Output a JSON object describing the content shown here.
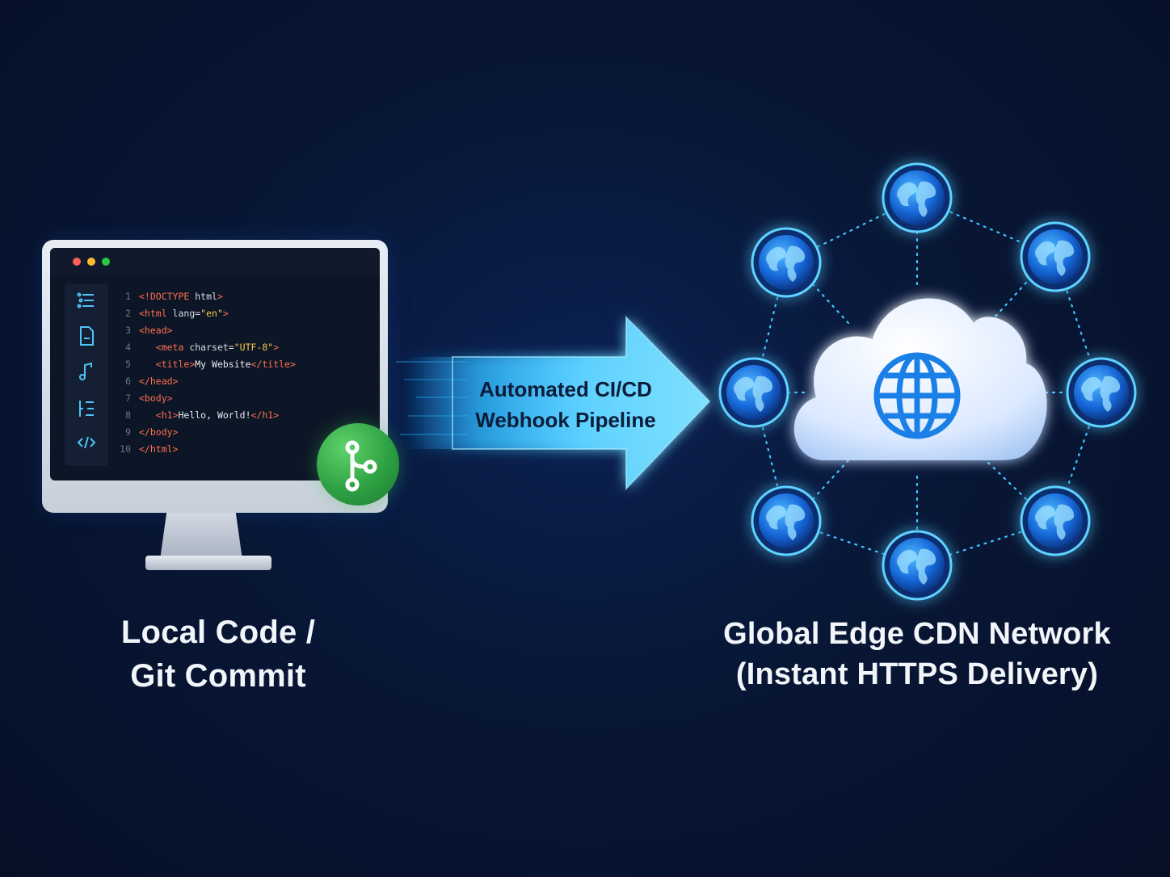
{
  "source": {
    "label_line1": "Local Code /",
    "label_line2": "Git Commit",
    "code_lines": [
      {
        "n": "1",
        "parts": [
          {
            "c": "tag",
            "t": "<!DOCTYPE "
          },
          {
            "c": "attr",
            "t": "html"
          },
          {
            "c": "tag",
            "t": ">"
          }
        ]
      },
      {
        "n": "2",
        "parts": [
          {
            "c": "tag",
            "t": "<html "
          },
          {
            "c": "attr",
            "t": "lang="
          },
          {
            "c": "str",
            "t": "\"en\""
          },
          {
            "c": "tag",
            "t": ">"
          }
        ]
      },
      {
        "n": "3",
        "parts": [
          {
            "c": "tag",
            "t": "<head>"
          }
        ]
      },
      {
        "n": "4",
        "parts": [
          {
            "c": "txt",
            "t": "   "
          },
          {
            "c": "tag",
            "t": "<meta "
          },
          {
            "c": "attr",
            "t": "charset="
          },
          {
            "c": "str",
            "t": "\"UTF-8\""
          },
          {
            "c": "tag",
            "t": ">"
          }
        ]
      },
      {
        "n": "5",
        "parts": [
          {
            "c": "txt",
            "t": "   "
          },
          {
            "c": "tag",
            "t": "<title>"
          },
          {
            "c": "txt",
            "t": "My Website"
          },
          {
            "c": "tag",
            "t": "</title>"
          }
        ]
      },
      {
        "n": "6",
        "parts": [
          {
            "c": "tag",
            "t": "</head>"
          }
        ]
      },
      {
        "n": "7",
        "parts": [
          {
            "c": "tag",
            "t": "<body>"
          }
        ]
      },
      {
        "n": "8",
        "parts": [
          {
            "c": "txt",
            "t": "   "
          },
          {
            "c": "tag",
            "t": "<h1>"
          },
          {
            "c": "txt",
            "t": "Hello, World!"
          },
          {
            "c": "tag",
            "t": "</h1>"
          }
        ]
      },
      {
        "n": "9",
        "parts": [
          {
            "c": "tag",
            "t": "</body>"
          }
        ]
      },
      {
        "n": "10",
        "parts": [
          {
            "c": "tag",
            "t": "</html>"
          }
        ]
      }
    ],
    "sidebar_icons": [
      "list-icon",
      "file-icon",
      "music-note-icon",
      "branch-list-icon",
      "code-icon"
    ],
    "badge_icon": "git-branch-icon"
  },
  "pipeline": {
    "line1": "Automated CI/CD",
    "line2": "Webhook Pipeline"
  },
  "destination": {
    "label_line1": "Global Edge CDN Network",
    "label_line2": "(Instant HTTPS Delivery)",
    "center_icon": "cloud-globe-icon",
    "node_icon": "globe-icon",
    "node_count": 8
  },
  "colors": {
    "background": "#081736",
    "accent_blue": "#2fb8ff",
    "git_green": "#2ea043",
    "label": "#f2f5fa"
  }
}
